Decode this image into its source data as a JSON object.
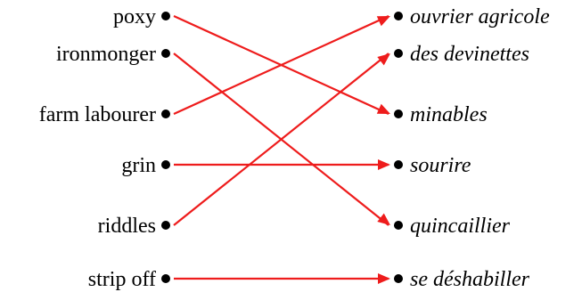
{
  "english": [
    "poxy",
    "ironmonger",
    "farm labourer",
    "grin",
    "riddles",
    "strip off"
  ],
  "french": [
    "ouvrier agricole",
    "des devinettes",
    "minables",
    "sourire",
    "quincaillier",
    "se déshabiller"
  ],
  "matches": [
    {
      "from": 0,
      "to": 2
    },
    {
      "from": 1,
      "to": 4
    },
    {
      "from": 2,
      "to": 0
    },
    {
      "from": 3,
      "to": 3
    },
    {
      "from": 4,
      "to": 1
    },
    {
      "from": 5,
      "to": 5
    }
  ],
  "colors": {
    "arrow": "#ee1c1c",
    "text": "#000000"
  }
}
